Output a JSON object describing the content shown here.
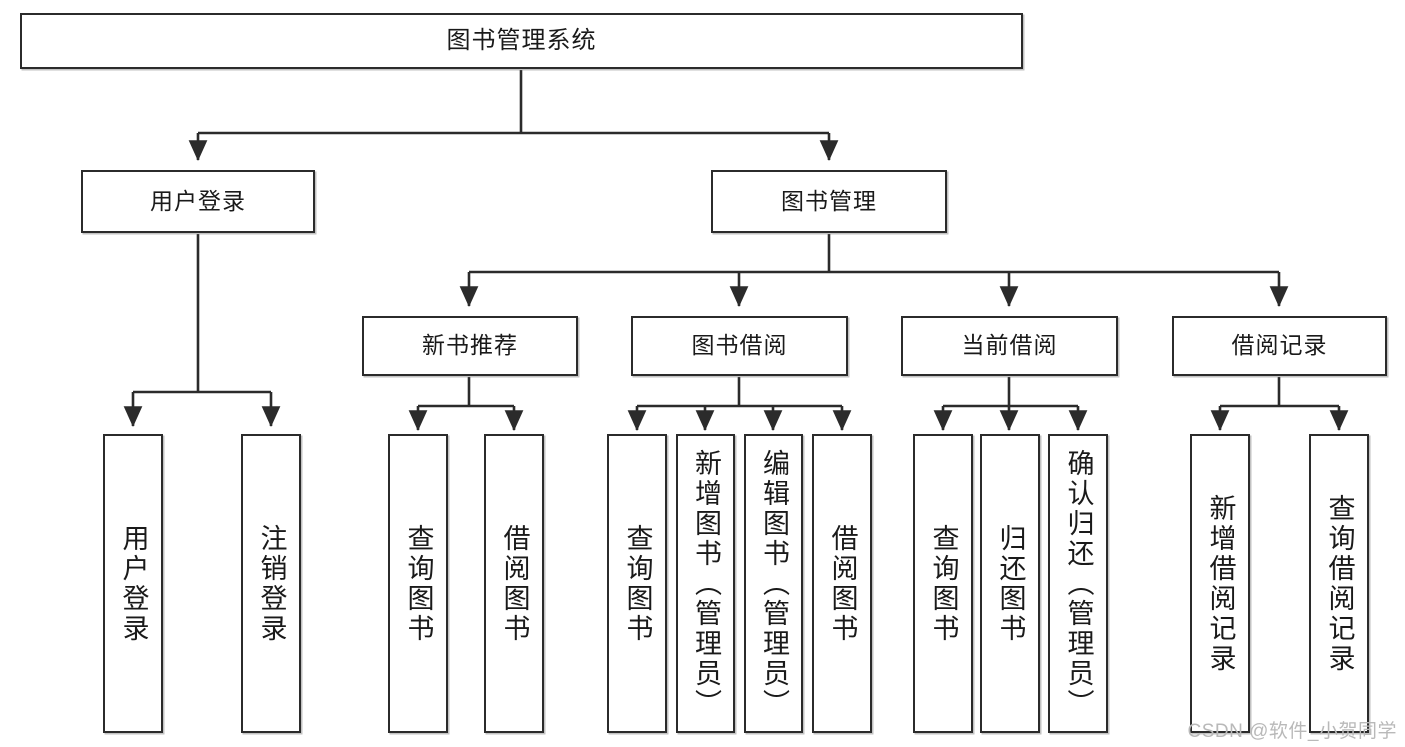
{
  "diagram": {
    "type": "tree-hierarchy-chart",
    "title": "图书管理系统",
    "watermark": "CSDN @软件_小贺同学",
    "colors": {
      "box_border": "#2b2b2b",
      "box_fill": "#ffffff",
      "connector": "#2b2b2b",
      "text": "#1a1a1a",
      "watermark": "#b9b9b9"
    },
    "levels": {
      "root": {
        "label": "图书管理系统"
      },
      "level2": [
        {
          "label": "用户登录"
        },
        {
          "label": "图书管理"
        }
      ],
      "level3": [
        {
          "label": "新书推荐"
        },
        {
          "label": "图书借阅"
        },
        {
          "label": "当前借阅"
        },
        {
          "label": "借阅记录"
        }
      ],
      "leaves": {
        "user_login": [
          {
            "label": "用户登录"
          },
          {
            "label": "注销登录"
          }
        ],
        "new_book_recommend": [
          {
            "label": "查询图书"
          },
          {
            "label": "借阅图书"
          }
        ],
        "book_borrow": [
          {
            "label": "查询图书"
          },
          {
            "label": "新增图书（管理员）"
          },
          {
            "label": "编辑图书（管理员）"
          },
          {
            "label": "借阅图书"
          }
        ],
        "current_borrow": [
          {
            "label": "查询图书"
          },
          {
            "label": "归还图书"
          },
          {
            "label": "确认归还（管理员）"
          }
        ],
        "borrow_record": [
          {
            "label": "新增借阅记录"
          },
          {
            "label": "查询借阅记录"
          }
        ]
      }
    }
  }
}
